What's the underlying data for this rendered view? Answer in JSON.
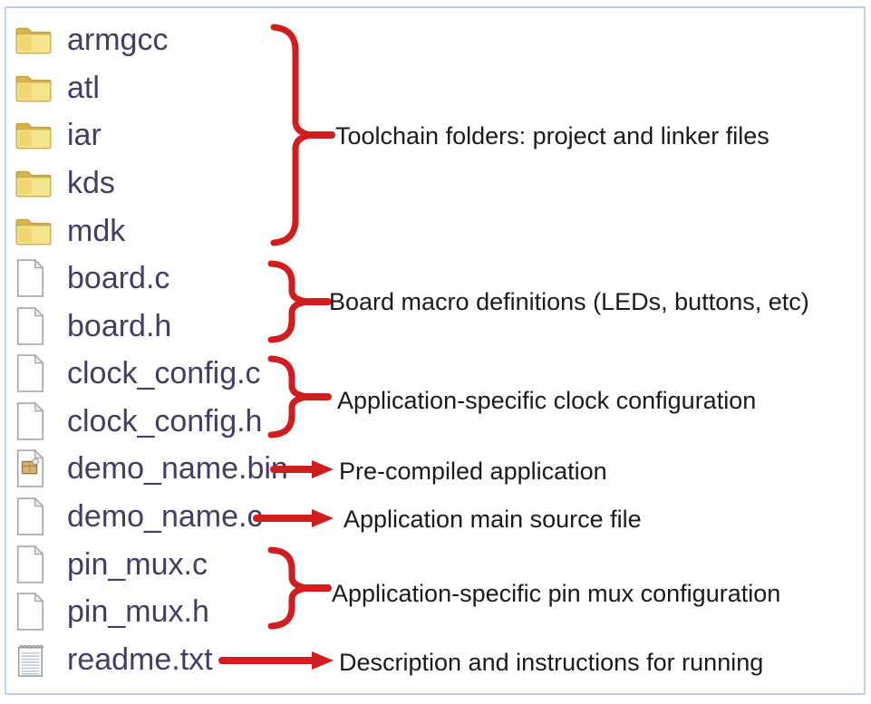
{
  "figure": {
    "description": "Annotated folder-structure figure of an SDK demo application directory",
    "file_list": {
      "items": [
        {
          "name": "armgcc",
          "type": "folder"
        },
        {
          "name": "atl",
          "type": "folder"
        },
        {
          "name": "iar",
          "type": "folder"
        },
        {
          "name": "kds",
          "type": "folder"
        },
        {
          "name": "mdk",
          "type": "folder"
        },
        {
          "name": "board.c",
          "type": "file"
        },
        {
          "name": "board.h",
          "type": "file"
        },
        {
          "name": "clock_config.c",
          "type": "file"
        },
        {
          "name": "clock_config.h",
          "type": "file"
        },
        {
          "name": "demo_name.bin",
          "type": "binary"
        },
        {
          "name": "demo_name.c",
          "type": "file"
        },
        {
          "name": "pin_mux.c",
          "type": "file"
        },
        {
          "name": "pin_mux.h",
          "type": "file"
        },
        {
          "name": "readme.txt",
          "type": "text"
        }
      ]
    },
    "annotations": [
      {
        "label": "Toolchain folders: project and linker files",
        "connector": "brace",
        "targets": [
          "armgcc",
          "atl",
          "iar",
          "kds",
          "mdk"
        ]
      },
      {
        "label": "Board macro definitions (LEDs, buttons, etc)",
        "connector": "brace",
        "targets": [
          "board.c",
          "board.h"
        ]
      },
      {
        "label": "Application-specific clock configuration",
        "connector": "brace",
        "targets": [
          "clock_config.c",
          "clock_config.h"
        ]
      },
      {
        "label": "Pre-compiled application",
        "connector": "arrow",
        "targets": [
          "demo_name.bin"
        ]
      },
      {
        "label": "Application main source file",
        "connector": "arrow",
        "targets": [
          "demo_name.c"
        ]
      },
      {
        "label": "Application-specific pin mux configuration",
        "connector": "brace",
        "targets": [
          "pin_mux.c",
          "pin_mux.h"
        ]
      },
      {
        "label": "Description and instructions for running",
        "connector": "arrow",
        "targets": [
          "readme.txt"
        ]
      }
    ],
    "colors": {
      "annotation_red": "#d11d1d",
      "file_name_text": "#423e63",
      "description_text": "#1a1a1a",
      "frame_border": "#bdd0e7",
      "folder_yellow": "#eed169"
    }
  }
}
